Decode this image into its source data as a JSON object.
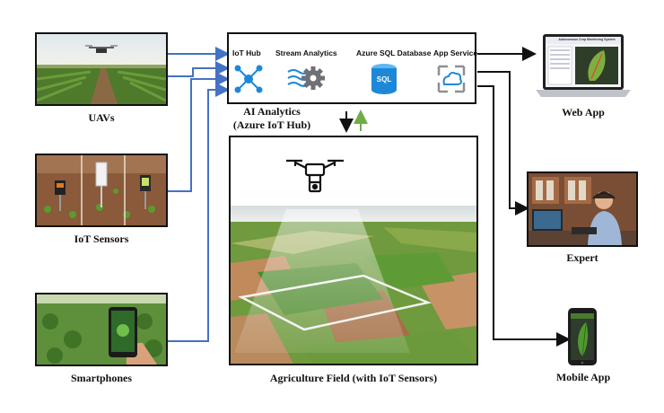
{
  "sources": [
    {
      "id": "uavs",
      "label": "UAVs"
    },
    {
      "id": "iot-sensors",
      "label": "IoT Sensors"
    },
    {
      "id": "smartphones",
      "label": "Smartphones"
    }
  ],
  "pipeline": {
    "services": [
      {
        "id": "iot-hub",
        "label": "IoT Hub",
        "icon": "iot-hub-icon"
      },
      {
        "id": "stream-analytics",
        "label": "Stream Analytics",
        "icon": "gear-icon"
      },
      {
        "id": "sql-db",
        "label": "Azure SQL Database",
        "icon": "sql-database-icon",
        "icon_text": "SQL"
      },
      {
        "id": "app-service",
        "label": "App Service",
        "icon": "app-service-icon"
      }
    ],
    "caption_line1": "AI Analytics",
    "caption_line2": "(Azure IoT Hub)"
  },
  "field": {
    "caption": "Agriculture Field (with IoT Sensors)",
    "drone_icon": "drone-icon"
  },
  "outputs": [
    {
      "id": "web-app",
      "label": "Web App",
      "screen_title": "Autonomous Crop Monitoring System"
    },
    {
      "id": "expert",
      "label": "Expert"
    },
    {
      "id": "mobile-app",
      "label": "Mobile App"
    }
  ],
  "colors": {
    "arrow_blue": "#4472c4",
    "arrow_green": "#70ad47",
    "arrow_black": "#111111",
    "azure_blue": "#1e88d8"
  }
}
